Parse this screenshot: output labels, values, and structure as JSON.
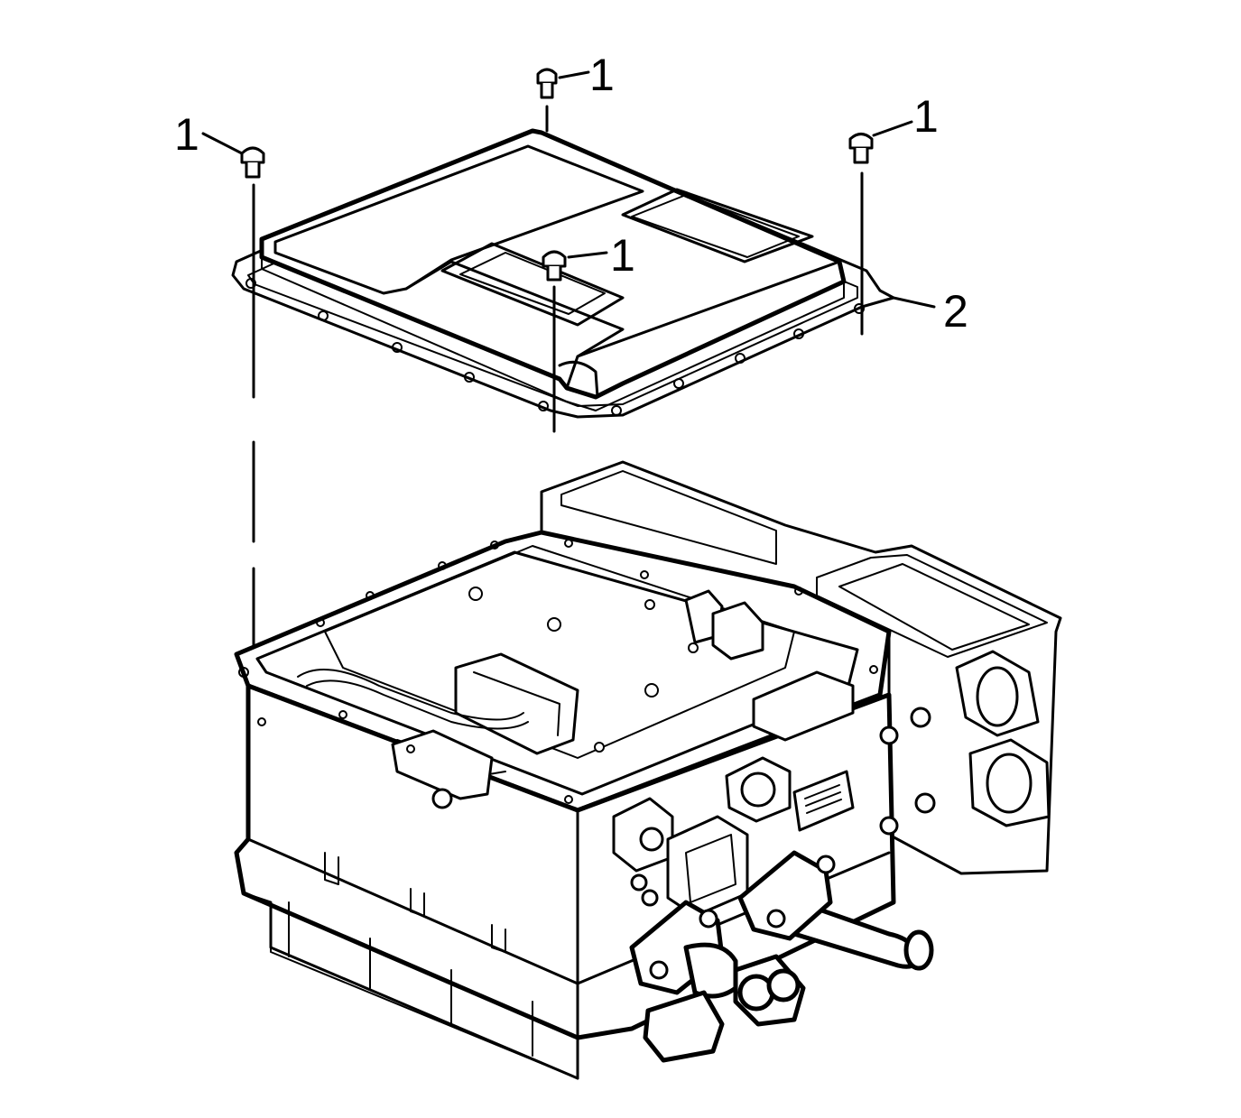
{
  "callouts": [
    {
      "id": "bolt-top",
      "label": "1"
    },
    {
      "id": "bolt-left",
      "label": "1"
    },
    {
      "id": "bolt-right",
      "label": "1"
    },
    {
      "id": "bolt-center",
      "label": "1"
    },
    {
      "id": "gasket",
      "label": "2"
    }
  ],
  "colors": {
    "line": "#000000",
    "background": "#ffffff"
  }
}
